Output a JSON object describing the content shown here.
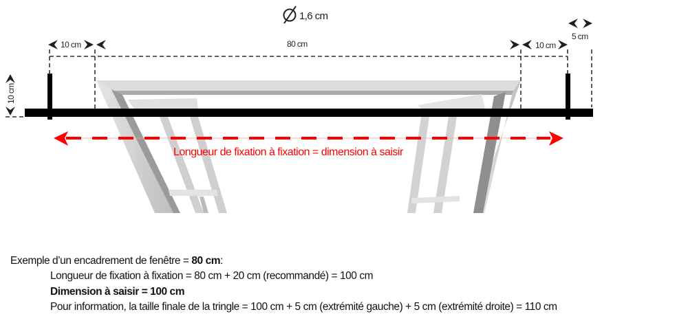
{
  "diagram": {
    "diameter_label": "1,6 cm",
    "left_offset_label": "10 cm",
    "window_width_label": "80 cm",
    "right_offset_label": "10 cm",
    "end_cap_label": "5 cm",
    "bracket_height_label": "10 cm",
    "fixation_caption": "Longueur de fixation à fixation = dimension à saisir",
    "colors": {
      "rod": "#000000",
      "arrow": "#ff0000",
      "frame": "#d9d9d9"
    }
  },
  "notes": {
    "example_prefix": "Exemple d’un encadrement de fenêtre = ",
    "example_value": "80 cm",
    "example_suffix": ":",
    "line1": "Longueur de fixation à fixation  = 80 cm + 20 cm (recommandé) = 100 cm",
    "line2": "Dimension à saisir = 100 cm",
    "line3": "Pour information, la taille finale de la tringle = 100 cm + 5 cm (extrémité gauche) + 5 cm (extrémité droite) = 110 cm"
  }
}
